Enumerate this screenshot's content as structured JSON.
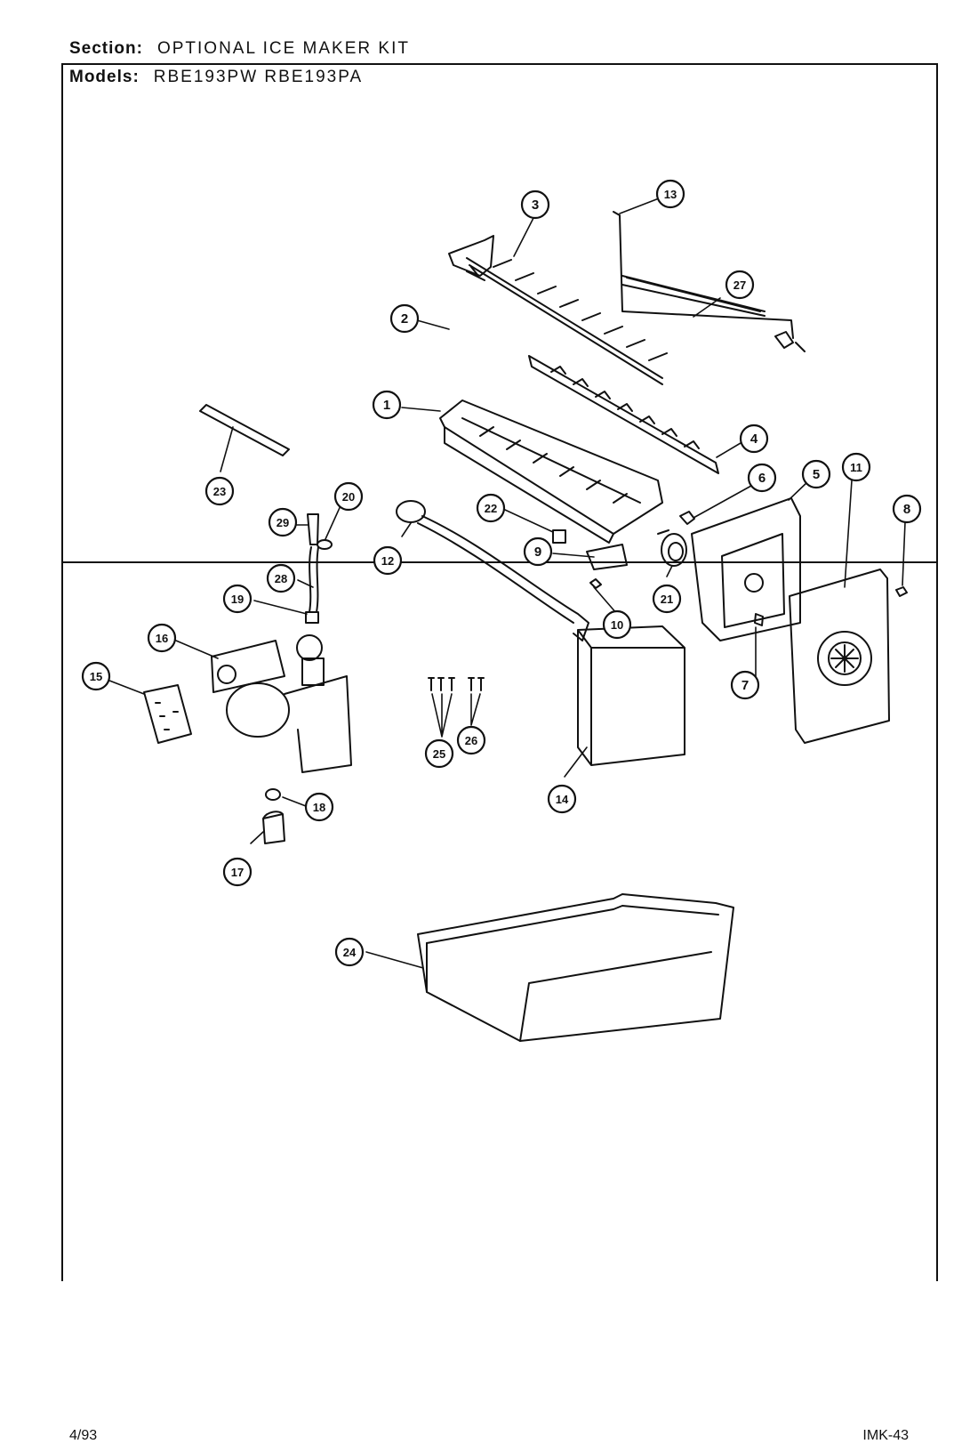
{
  "header": {
    "section_label": "Section:",
    "section_value": "OPTIONAL ICE MAKER KIT",
    "models_label": "Models:",
    "models_value": "RBE193PW   RBE193PA"
  },
  "footer": {
    "date": "4/93",
    "code": "IMK-43"
  },
  "callouts": [
    "1",
    "2",
    "3",
    "4",
    "5",
    "6",
    "7",
    "8",
    "9",
    "10",
    "11",
    "12",
    "13",
    "14",
    "15",
    "16",
    "17",
    "18",
    "19",
    "20",
    "21",
    "22",
    "23",
    "24",
    "25",
    "26",
    "27",
    "28",
    "29"
  ]
}
